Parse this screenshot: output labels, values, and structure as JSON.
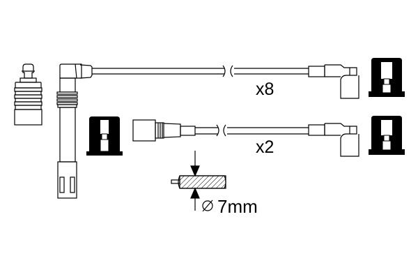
{
  "diagram": {
    "title": "Ignition cable set",
    "colors": {
      "line": "#000000",
      "background": "#ffffff",
      "fill_dark": "#000000"
    },
    "labels": {
      "qty_upper": "x8",
      "qty_lower": "x2",
      "diameter_symbol": "⌀",
      "diameter_value": "7mm"
    },
    "parts": [
      {
        "id": "boot",
        "name": "Spark plug boot (ribbed)"
      },
      {
        "id": "long-connector",
        "name": "Straight plug connector with angled head"
      },
      {
        "id": "upper-cable",
        "name": "Upper cable lead"
      },
      {
        "id": "lower-cable",
        "name": "Lower cable lead"
      },
      {
        "id": "angled-terminal-upper",
        "name": "90° terminal (upper)"
      },
      {
        "id": "angled-terminal-lower",
        "name": "90° terminal (lower)"
      },
      {
        "id": "cap-left",
        "name": "Distributor cap insert (left)"
      },
      {
        "id": "cap-right-upper",
        "name": "Distributor cap insert (right upper)"
      },
      {
        "id": "cap-right-lower",
        "name": "Distributor cap insert (right lower)"
      },
      {
        "id": "cable-section",
        "name": "Cable cross-section"
      }
    ]
  }
}
